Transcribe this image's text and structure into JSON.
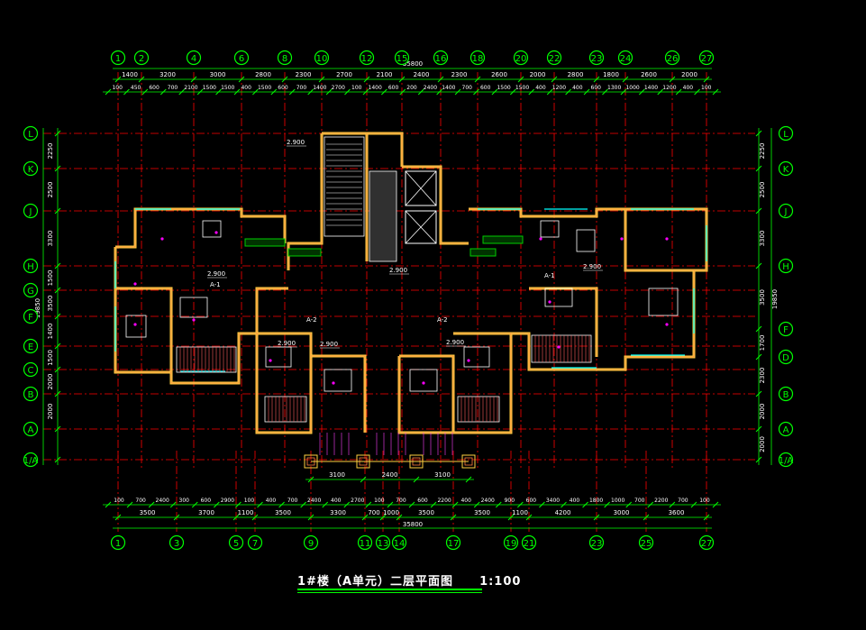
{
  "drawing": {
    "title": "1#楼（A单元）二层平面图",
    "scale": "1:100"
  },
  "colors": {
    "background": "#000000",
    "axis_line": "#ff0000",
    "bubble": "#00ff00",
    "dimension": "#00ff00",
    "dimension_text": "#ffffff",
    "wall": "#ffd040",
    "wall_inner": "#ff8040",
    "window": "#00ffff",
    "furniture": "#ffffff",
    "room_label": "#ff00ff",
    "green": "#00cc00",
    "elevation_tag": "#ffffff"
  },
  "top_axes": [
    "1",
    "2",
    "4",
    "6",
    "8",
    "10",
    "12",
    "15",
    "16",
    "18",
    "20",
    "22",
    "23",
    "24",
    "26",
    "27"
  ],
  "bottom_axes": [
    "1",
    "3",
    "5",
    "7",
    "9",
    "11",
    "13",
    "14",
    "17",
    "19",
    "21",
    "23",
    "25",
    "27"
  ],
  "left_axes": [
    "L",
    "K",
    "J",
    "H",
    "G",
    "F",
    "E",
    "C",
    "B",
    "A",
    "1/A"
  ],
  "right_axes": [
    "L",
    "K",
    "J",
    "H",
    "F",
    "D",
    "B",
    "A",
    "1/A"
  ],
  "overall_width_top": "35800",
  "overall_width_bottom": "35800",
  "overall_depth": "19850",
  "top_dims_row1": [
    "1400",
    "3200",
    "3000",
    "2800",
    "2300",
    "2700",
    "2100",
    "2400",
    "2300",
    "2600",
    "2000",
    "2800",
    "1800",
    "2600",
    "2000"
  ],
  "top_dims_row2": [
    "100",
    "450",
    "600",
    "700",
    "2100",
    "1500",
    "1500",
    "400",
    "1500",
    "600",
    "700",
    "1400",
    "2700",
    "100",
    "1400",
    "600",
    "200",
    "2400",
    "1400",
    "700",
    "600",
    "1500",
    "1500",
    "400",
    "1200",
    "400",
    "600",
    "1300",
    "1000",
    "1400",
    "1200",
    "400",
    "100"
  ],
  "bottom_dims_row1": [
    "3500",
    "3700",
    "1100",
    "3500",
    "3300",
    "700",
    "1000",
    "3500",
    "3500",
    "1100",
    "4200",
    "3000",
    "3600"
  ],
  "bottom_dims_row2": [
    "100",
    "700",
    "2400",
    "300",
    "600",
    "2900",
    "100",
    "400",
    "700",
    "2400",
    "400",
    "2700",
    "100",
    "700",
    "600",
    "2200",
    "400",
    "2400",
    "900",
    "600",
    "3400",
    "400",
    "1800",
    "1000",
    "700",
    "2200",
    "700",
    "100"
  ],
  "stair_dims": [
    "3100",
    "2400",
    "3100"
  ],
  "left_dims": [
    "2250",
    "2500",
    "3300",
    "1500",
    "3500",
    "1400",
    "1500",
    "2000",
    "2000"
  ],
  "right_dims": [
    "2250",
    "2500",
    "3300",
    "3500",
    "1700",
    "2300",
    "2000",
    "2000"
  ],
  "elevation_tags": [
    "2.900",
    "2.900",
    "2.900",
    "2.900",
    "2.900",
    "2.900",
    "2.900"
  ],
  "unit_tags": [
    "A-1",
    "A-1",
    "A-2",
    "A-2"
  ]
}
